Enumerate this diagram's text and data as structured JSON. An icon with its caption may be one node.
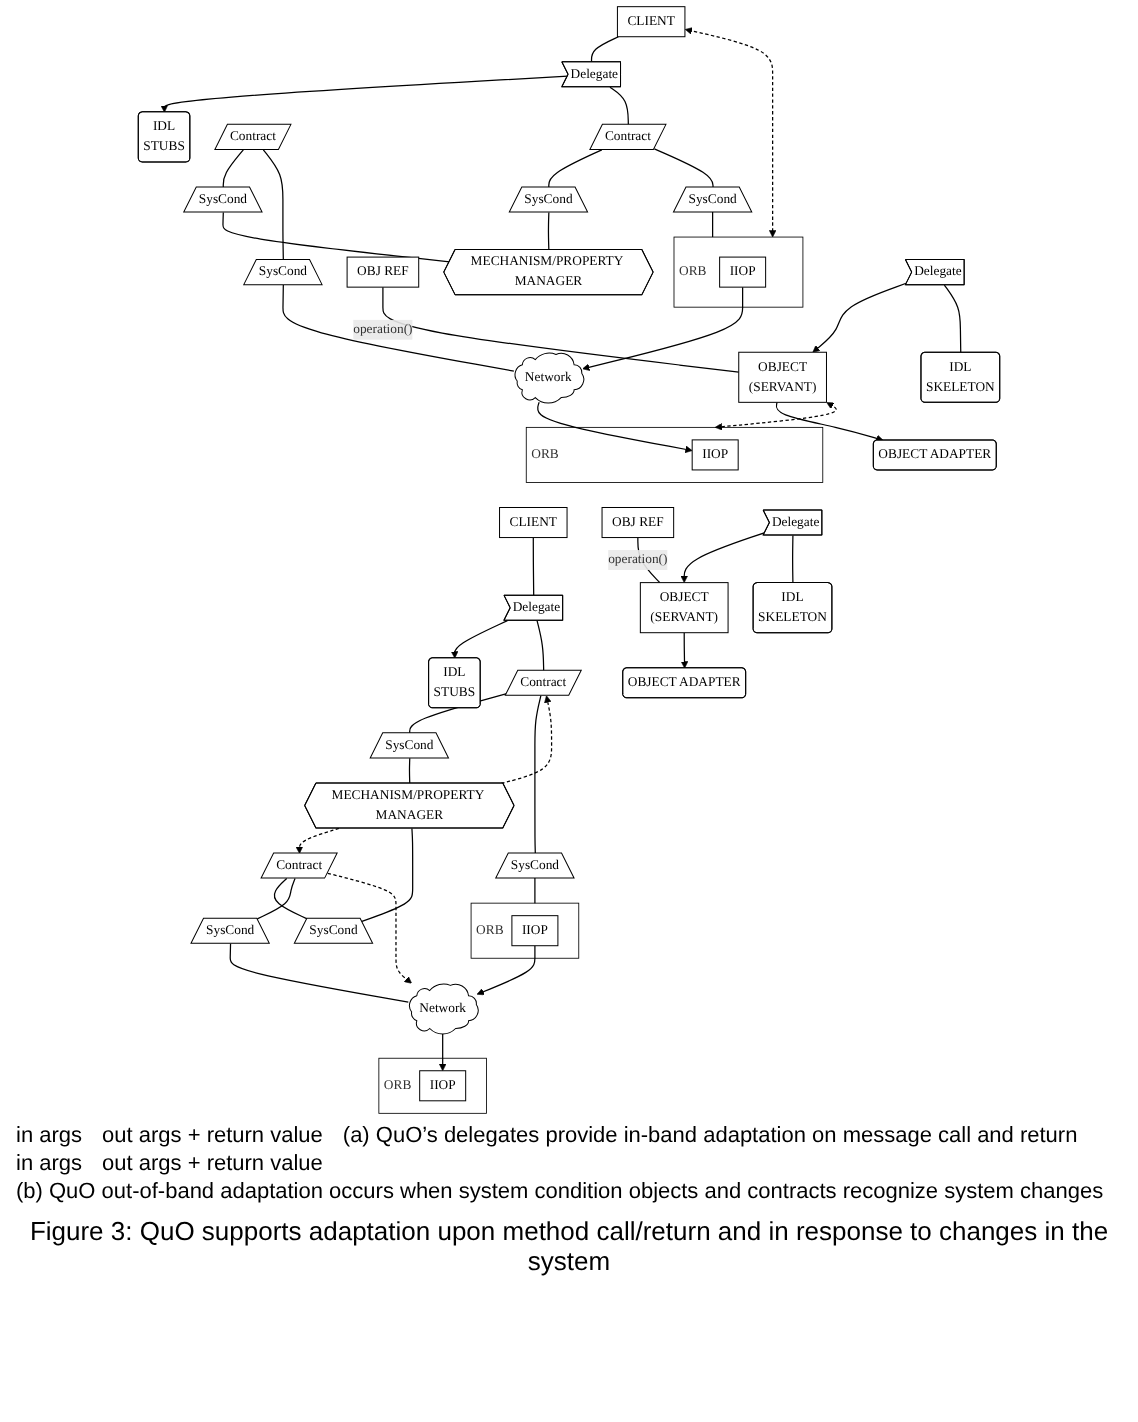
{
  "diagram": {
    "caption": "Figure 3: QuO supports adaptation upon method call/return and in response to changes in the system",
    "nodes": [
      {
        "text": [
          "CLIENT"
        ]
      },
      {
        "text": [
          "OBJ REF"
        ]
      },
      {
        "text": [
          "OBJECT",
          "(SERVANT)"
        ]
      },
      {
        "text": [
          "Delegate"
        ]
      },
      {
        "text": [
          "Contract"
        ]
      },
      {
        "text": [
          "Contract"
        ]
      },
      {
        "text": [
          "SysCond"
        ]
      },
      {
        "text": [
          "SysCond"
        ]
      },
      {
        "text": [
          "SysCond"
        ]
      },
      {
        "text": [
          "SysCond"
        ]
      },
      {
        "text": [
          "MECHANISM/PROPERTY MANAGER"
        ]
      },
      {
        "text": [
          "Delegate"
        ]
      },
      {
        "text": [
          "IDL",
          "STUBS"
        ]
      },
      {
        "text": [
          "IDL",
          "SKELETON"
        ]
      },
      {
        "text": [
          "OBJECT ADAPTER"
        ]
      },
      {
        "text": [
          "ORB"
        ]
      },
      {
        "text": [
          "IIOP"
        ],
        "in": 15
      },
      {
        "text": [
          "Network"
        ]
      },
      {
        "text": [
          "ORB"
        ]
      },
      {
        "text": [
          "IIOP"
        ],
        "in": 18
      },
      {
        "text": [
          "CLIENT"
        ]
      },
      {
        "text": [
          "OBJ REF"
        ]
      },
      {
        "text": [
          "OBJECT",
          "(SERVANT)"
        ]
      },
      {
        "text": [
          "Delegate"
        ]
      },
      {
        "text": [
          "Contract"
        ]
      },
      {
        "text": [
          "Contract"
        ]
      },
      {
        "text": [
          "SysCond"
        ]
      },
      {
        "text": [
          "SysCond"
        ]
      },
      {
        "text": [
          "SysCond"
        ]
      },
      {
        "text": [
          "SysCond"
        ]
      },
      {
        "text": [
          "MECHANISM/PROPERTY MANAGER"
        ]
      },
      {
        "text": [
          "Delegate"
        ]
      },
      {
        "text": [
          "IDL",
          "STUBS"
        ]
      },
      {
        "text": [
          "IDL",
          "SKELETON"
        ]
      },
      {
        "text": [
          "OBJECT ADAPTER"
        ]
      },
      {
        "text": [
          "ORB"
        ]
      },
      {
        "text": [
          "IIOP"
        ],
        "in": 35
      },
      {
        "text": [
          "Network"
        ]
      },
      {
        "text": [
          "ORB"
        ]
      },
      {
        "text": [
          "IIOP"
        ],
        "in": 38
      }
    ],
    "edges": [
      {
        "from": 1,
        "to": 2,
        "arrow": "none",
        "label": "operation()"
      },
      {
        "from": 0,
        "to": 3,
        "arrow": "none"
      },
      {
        "from": 3,
        "to": 12,
        "arrow": "to"
      },
      {
        "from": 3,
        "to": 4,
        "arrow": "none"
      },
      {
        "from": 4,
        "to": 7,
        "arrow": "none"
      },
      {
        "from": 4,
        "to": 6,
        "arrow": "none"
      },
      {
        "from": 6,
        "to": 15,
        "arrow": "none"
      },
      {
        "from": 5,
        "to": 8,
        "arrow": "none"
      },
      {
        "from": 5,
        "to": 9,
        "arrow": "none"
      },
      {
        "from": 7,
        "to": 10,
        "arrow": "none"
      },
      {
        "from": 8,
        "to": 10,
        "arrow": "none"
      },
      {
        "from": 9,
        "to": 17,
        "arrow": "none"
      },
      {
        "from": 11,
        "to": 2,
        "arrow": "to"
      },
      {
        "from": 13,
        "to": 11,
        "arrow": "none"
      },
      {
        "from": 2,
        "to": 14,
        "arrow": "to"
      },
      {
        "from": 16,
        "to": 17,
        "arrow": "to"
      },
      {
        "from": 17,
        "to": 19,
        "arrow": "to"
      },
      {
        "from": 0,
        "to": 15,
        "arrow": "both",
        "style": "dashed"
      },
      {
        "from": 18,
        "to": 2,
        "arrow": "both",
        "style": "dashed"
      },
      {
        "from": 21,
        "to": 22,
        "arrow": "none",
        "label": "operation()"
      },
      {
        "from": 20,
        "to": 23,
        "arrow": "none"
      },
      {
        "from": 23,
        "to": 32,
        "arrow": "to"
      },
      {
        "from": 23,
        "to": 24,
        "arrow": "none"
      },
      {
        "from": 24,
        "to": 27,
        "arrow": "none"
      },
      {
        "from": 24,
        "to": 26,
        "arrow": "none"
      },
      {
        "from": 26,
        "to": 35,
        "arrow": "none"
      },
      {
        "from": 25,
        "to": 28,
        "arrow": "none"
      },
      {
        "from": 25,
        "to": 29,
        "arrow": "none"
      },
      {
        "from": 27,
        "to": 30,
        "arrow": "none"
      },
      {
        "from": 28,
        "to": 30,
        "arrow": "none"
      },
      {
        "from": 29,
        "to": 37,
        "arrow": "none"
      },
      {
        "from": 31,
        "to": 22,
        "arrow": "to"
      },
      {
        "from": 33,
        "to": 31,
        "arrow": "none"
      },
      {
        "from": 22,
        "to": 34,
        "arrow": "to"
      },
      {
        "from": 36,
        "to": 37,
        "arrow": "to"
      },
      {
        "from": 37,
        "to": 39,
        "arrow": "to"
      },
      {
        "from": 30,
        "to": 24,
        "arrow": "to",
        "style": "dashed"
      },
      {
        "from": 30,
        "to": 25,
        "arrow": "to",
        "style": "dashed"
      },
      {
        "from": 25,
        "to": 37,
        "arrow": "to",
        "style": "dashed"
      }
    ],
    "labels": [
      "in args",
      "out args + return value",
      "(a) QuO’s delegates provide in-band adaptation on message call and return",
      "in args",
      "out args + return value",
      "(b) QuO out-of-band adaptation occurs when system condition objects and contracts recognize system changes"
    ]
  }
}
